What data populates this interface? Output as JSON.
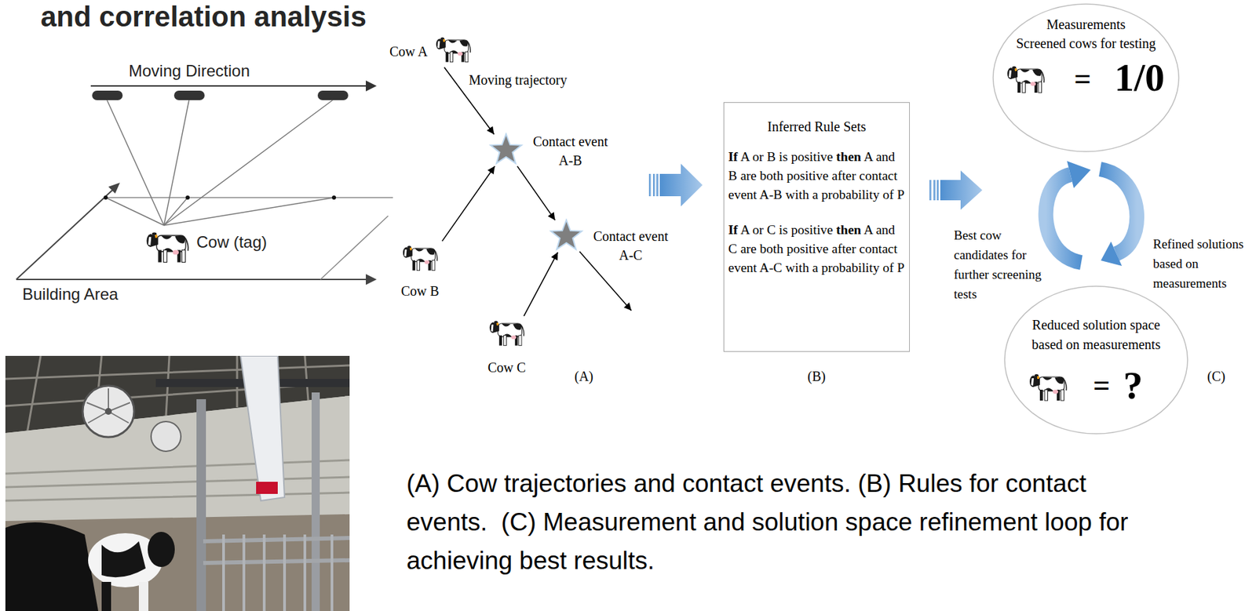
{
  "diagram": {
    "title": "and correlation analysis",
    "caption": "(A) Cow trajectories and contact events. (B) Rules for contact events.  (C) Measurement and solution space refinement loop for achieving best results.",
    "nodes": [
      {
        "text": [
          "Cow A"
        ]
      },
      {
        "text": [
          "Contact event A-B"
        ]
      },
      {
        "text": [
          "Cow B"
        ]
      },
      {
        "text": [
          "Contact event A-C"
        ]
      },
      {
        "text": [
          "Cow C"
        ]
      },
      {
        "text": [
          "Inferred Rule Sets",
          "If A or B is positive then A and B are both positive after contact event A-B with a probability of P",
          "If A or C is positive then A and C are both positive after contact event A-C with a probability of P"
        ]
      },
      {
        "text": [
          "Measurements",
          "Screened cows for testing",
          "=",
          "1/0"
        ]
      },
      {
        "text": [
          "Reduced solution space based on measurements",
          "=",
          "?"
        ]
      }
    ],
    "edges": [
      {
        "from": 0,
        "to": 1,
        "arrow": "to"
      },
      {
        "from": 2,
        "to": 1,
        "arrow": "to"
      },
      {
        "from": 1,
        "to": 3,
        "arrow": "to"
      },
      {
        "from": 4,
        "to": 3,
        "arrow": "to"
      }
    ],
    "labels": [
      "Moving Direction",
      "Cow (tag)",
      "Building Area",
      "Moving trajectory",
      "(A)",
      "(B)",
      "Best cow candidates for further screening tests",
      "Refined solutions based on measurements",
      "(C)"
    ]
  }
}
